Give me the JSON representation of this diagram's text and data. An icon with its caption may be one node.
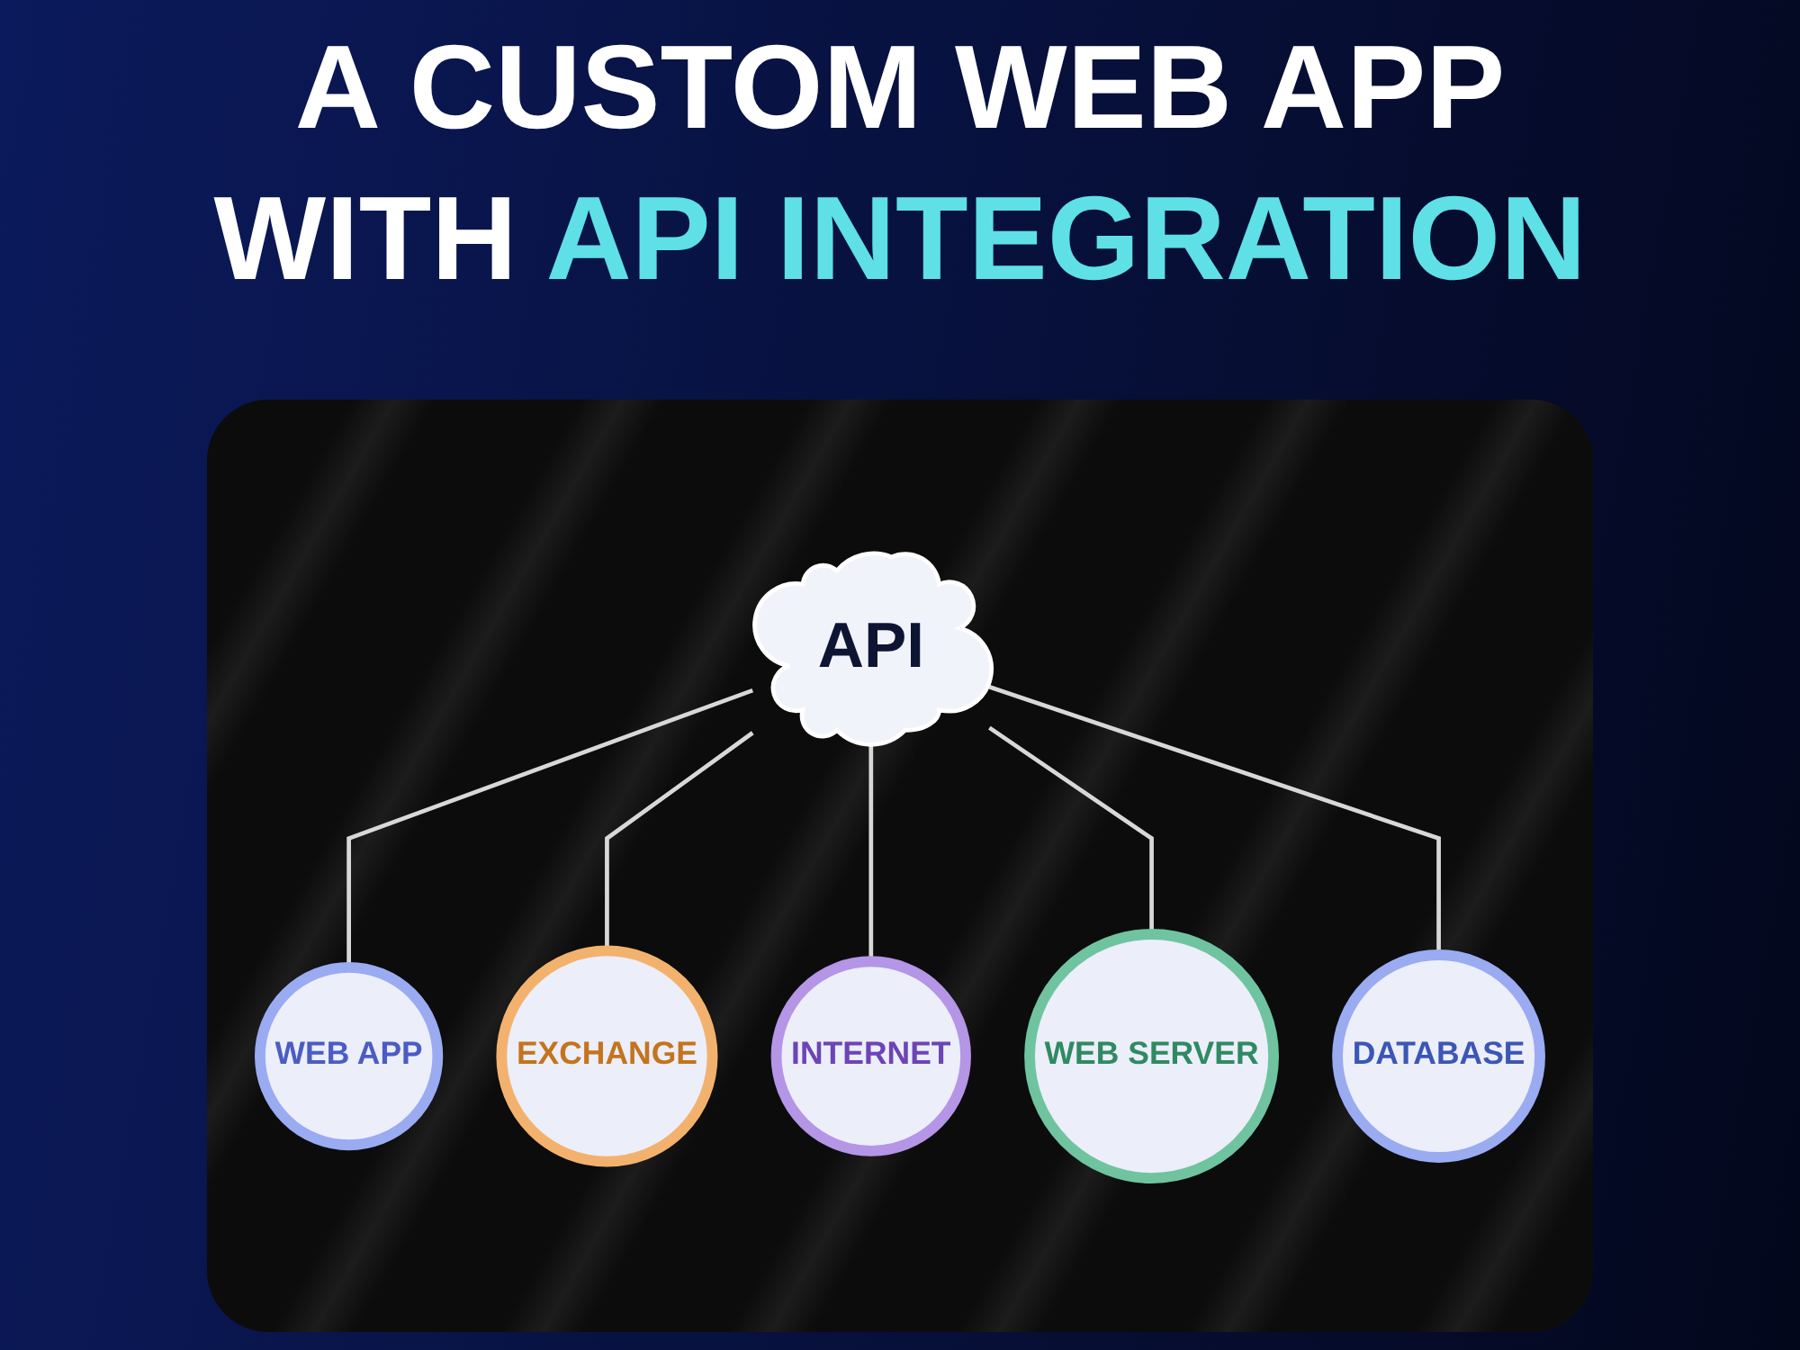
{
  "diagram": {
    "title": "A CUSTOM WEB APP WITH API INTEGRATION",
    "nodes": [
      {
        "text": [
          "API"
        ]
      },
      {
        "text": [
          "WEB APP"
        ]
      },
      {
        "text": [
          "EXCHANGE"
        ]
      },
      {
        "text": [
          "INTERNET"
        ]
      },
      {
        "text": [
          "WEB SERVER"
        ]
      },
      {
        "text": [
          "DATABASE"
        ]
      }
    ],
    "edges": [
      {
        "from": 0,
        "to": 1,
        "arrow": "none"
      },
      {
        "from": 0,
        "to": 2,
        "arrow": "none"
      },
      {
        "from": 0,
        "to": 3,
        "arrow": "none"
      },
      {
        "from": 0,
        "to": 4,
        "arrow": "none"
      },
      {
        "from": 0,
        "to": 5,
        "arrow": "none"
      }
    ]
  }
}
